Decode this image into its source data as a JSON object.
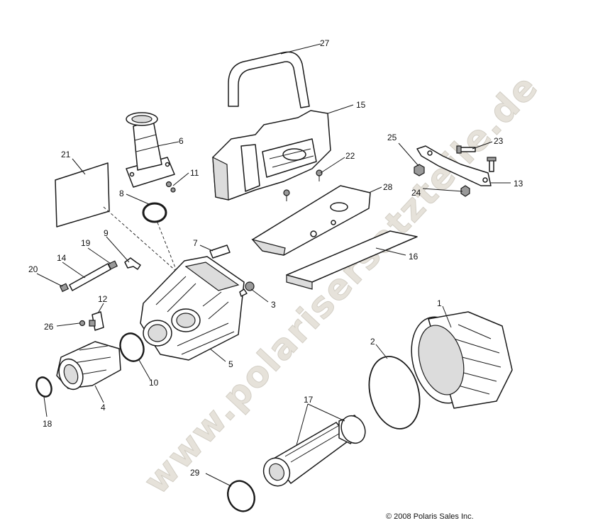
{
  "watermark": "www.polarisersatzteile.de",
  "copyright": "© 2008 Polaris Sales Inc.",
  "callouts": {
    "c1": "1",
    "c2": "2",
    "c3": "3",
    "c4": "4",
    "c5": "5",
    "c6": "6",
    "c7": "7",
    "c8": "8",
    "c9": "9",
    "c10": "10",
    "c11": "11",
    "c12": "12",
    "c13": "13",
    "c14": "14",
    "c15": "15",
    "c16": "16",
    "c17": "17",
    "c18": "18",
    "c19": "19",
    "c20": "20",
    "c21": "21",
    "c22": "22",
    "c23": "23",
    "c24": "24",
    "c25": "25",
    "c26": "26",
    "c27": "27",
    "c28": "28",
    "c29": "29"
  }
}
